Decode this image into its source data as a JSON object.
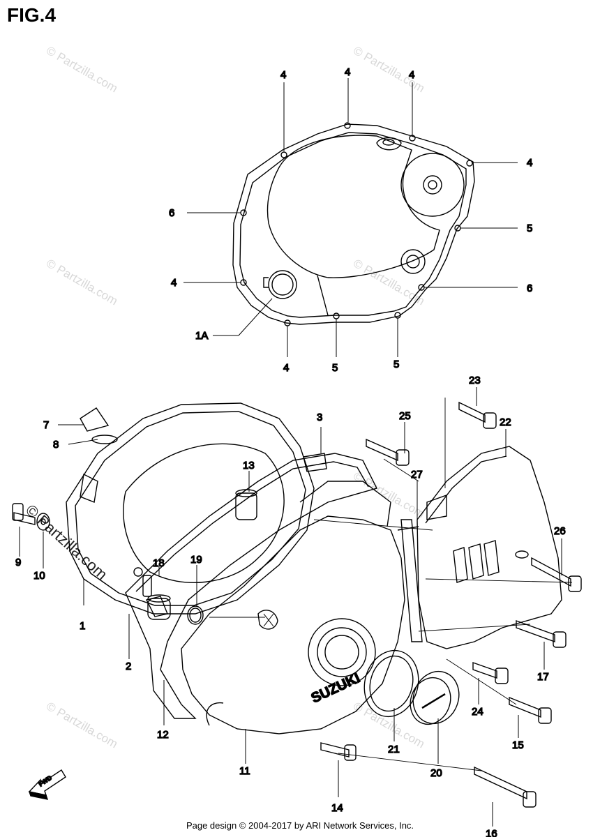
{
  "figure": {
    "title": "FIG.4"
  },
  "watermark": {
    "text": "© Partzilla.com"
  },
  "footer": {
    "text": "Page design © 2004-2017 by ARI Network Services, Inc."
  },
  "fwd_label": "FWD",
  "callouts": {
    "c4a": "4",
    "c4b": "4",
    "c4c": "4",
    "c4d": "4",
    "c4e": "4",
    "c4f": "4",
    "c5a": "5",
    "c5b": "5",
    "c5c": "5",
    "c6a": "6",
    "c6b": "6",
    "c1a": "1A",
    "c1": "1",
    "c2": "2",
    "c3": "3",
    "c7": "7",
    "c8": "8",
    "c9": "9",
    "c10": "10",
    "c11": "11",
    "c12": "12",
    "c13": "13",
    "c14": "14",
    "c15": "15",
    "c16": "16",
    "c17": "17",
    "c18": "18",
    "c19": "19",
    "c20": "20",
    "c21": "21",
    "c22": "22",
    "c23": "23",
    "c24": "24",
    "c25": "25",
    "c26": "26",
    "c27": "27"
  }
}
